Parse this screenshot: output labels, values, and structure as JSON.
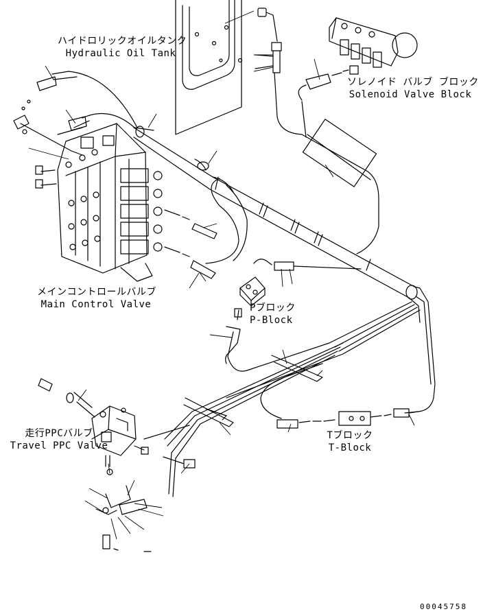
{
  "labels": {
    "hydraulic_tank_jp": "ハイドロリックオイルタンク",
    "hydraulic_tank_en": "Hydraulic Oil Tank",
    "solenoid_jp": "ソレノイド バルブ ブロック",
    "solenoid_en": "Solenoid Valve Block",
    "main_valve_jp": "メインコントロールバルブ",
    "main_valve_en": "Main Control Valve",
    "p_block_jp": "Pブロック",
    "p_block_en": "P-Block",
    "travel_ppc_jp": "走行PPCバルブ",
    "travel_ppc_en": "Travel PPC Valve",
    "t_block_jp": "Tブロック",
    "t_block_en": "T-Block"
  },
  "serial": "00045758"
}
